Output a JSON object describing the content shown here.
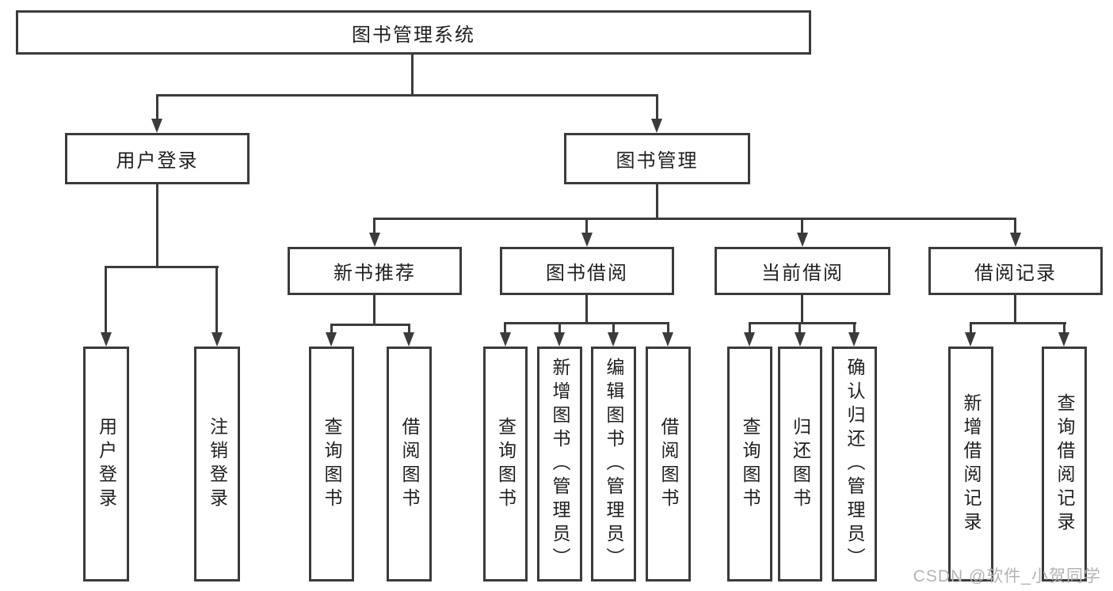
{
  "diagram_title": "图书管理系统",
  "colors": {
    "line": "#3b3b3b",
    "text": "#1f1f1f",
    "background": "#ffffff",
    "watermark": "#b3b3b3"
  },
  "tree": {
    "nodes": {
      "root": {
        "label": "图书管理系统",
        "children": [
          "user_login",
          "book_mgmt"
        ]
      },
      "user_login": {
        "label": "用户登录",
        "children": [
          "leaf_user_login",
          "leaf_logout"
        ]
      },
      "book_mgmt": {
        "label": "图书管理",
        "children": [
          "new_book_rec",
          "book_borrow",
          "current_borrow",
          "borrow_records"
        ]
      },
      "new_book_rec": {
        "label": "新书推荐",
        "children": [
          "nb_query",
          "nb_borrow"
        ]
      },
      "book_borrow": {
        "label": "图书借阅",
        "children": [
          "bb_query",
          "bb_add",
          "bb_edit",
          "bb_borrow"
        ]
      },
      "current_borrow": {
        "label": "当前借阅",
        "children": [
          "cb_query",
          "cb_return",
          "cb_confirm"
        ]
      },
      "borrow_records": {
        "label": "借阅记录",
        "children": [
          "br_add",
          "br_query"
        ]
      },
      "leaf_user_login": {
        "label": "用户登录"
      },
      "leaf_logout": {
        "label": "注销登录"
      },
      "nb_query": {
        "label": "查询图书"
      },
      "nb_borrow": {
        "label": "借阅图书"
      },
      "bb_query": {
        "label": "查询图书"
      },
      "bb_add": {
        "label": "新增图书（管理员）"
      },
      "bb_edit": {
        "label": "编辑图书（管理员）"
      },
      "bb_borrow": {
        "label": "借阅图书"
      },
      "cb_query": {
        "label": "查询图书"
      },
      "cb_return": {
        "label": "归还图书"
      },
      "cb_confirm": {
        "label": "确认归还（管理员）"
      },
      "br_add": {
        "label": "新增借阅记录"
      },
      "br_query": {
        "label": "查询借阅记录"
      }
    }
  },
  "watermark": {
    "text": "CSDN @软件_小贺同学"
  }
}
